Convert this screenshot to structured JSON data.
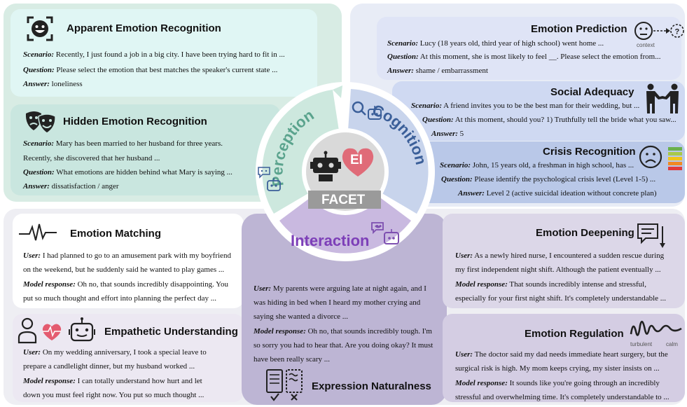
{
  "perception": {
    "apparent": {
      "title": "Apparent Emotion Recognition",
      "scenario_label": "Scenario:",
      "scenario": "Recently, I just found a job in a big city. I have been trying hard to fit in ...",
      "question_label": "Question:",
      "question": "Please select the emotion that best matches the speaker's current state ...",
      "answer_label": "Answer:",
      "answer": "loneliness"
    },
    "hidden": {
      "title": "Hidden Emotion Recognition",
      "scenario_label": "Scenario:",
      "scenario_1": "Mary has been married to her husband for three years.",
      "scenario_2": "Recently, she discovered that her husband ...",
      "question_label": "Question:",
      "question": "What emotions are hidden behind what  Mary is saying ...",
      "answer_label": "Answer:",
      "answer": "dissatisfaction / anger"
    }
  },
  "cognition": {
    "prediction": {
      "title": "Emotion Prediction",
      "icon_caption": "context",
      "scenario_label": "Scenario:",
      "scenario": "Lucy (18 years old, third year of high school) went home ...",
      "question_label": "Question:",
      "question": "At this moment, she is most likely to feel __. Please select the emotion from...",
      "answer_label": "Answer:",
      "answer": "shame / embarrassment"
    },
    "adequacy": {
      "title": "Social Adequacy",
      "scenario_label": "Scenario:",
      "scenario": "A friend invites you to be the best man for their wedding, but ...",
      "question_label": "Question:",
      "question": "At this moment, should you? 1) Truthfully tell the bride what you saw...",
      "answer_label": "Answer:",
      "answer": "5"
    },
    "crisis": {
      "title": "Crisis Recognition",
      "scenario_label": "Scenario:",
      "scenario": "John, 15 years old, a freshman in high school, has ...",
      "question_label": "Question:",
      "question": "Please identify the psychological crisis level (Level 1-5) ...",
      "answer_label": "Answer:",
      "answer": "Level 2 (active suicidal ideation without concrete plan)",
      "level_colors": [
        "#6ab04c",
        "#a8c94a",
        "#f0c419",
        "#f08a24",
        "#e23b3b"
      ]
    }
  },
  "center": {
    "perception_label": "Perception",
    "cognition_label": "Cognition",
    "interaction_label": "Interaction",
    "ei_label": "EI",
    "facet_label": "FACET"
  },
  "interaction": {
    "matching": {
      "title": "Emotion Matching",
      "user_label": "User:",
      "user_1": "I had planned to go to an amusement park with my boyfriend",
      "user_2": "on the weekend, but he suddenly said he wanted to play games ...",
      "model_label": "Model response:",
      "model_1": "Oh no, that sounds incredibly disappointing. You",
      "model_2": "put so much thought and effort into planning the perfect day ..."
    },
    "empathetic": {
      "title": "Empathetic Understanding",
      "user_label": "User:",
      "user_1": "On my wedding anniversary, I took a special leave to",
      "user_2": "prepare a candlelight dinner, but my husband worked ...",
      "model_label": "Model response:",
      "model_1": "I can totally understand how hurt and let",
      "model_2": "down you must feel right now. You put so much thought ..."
    },
    "naturalness": {
      "title": "Expression Naturalness",
      "user_label": "User:",
      "user_1": "My parents were arguing late at night again, and I",
      "user_2": "was hiding in bed when I heard my mother crying and",
      "user_3": "saying she wanted a divorce ...",
      "model_label": "Model response:",
      "model_1": "Oh no, that sounds incredibly tough. I'm",
      "model_2": "so sorry you had to hear that. Are you doing okay? It must",
      "model_3": "have been really scary ..."
    },
    "deepening": {
      "title": "Emotion Deepening",
      "user_label": "User:",
      "user_1": "As a newly hired nurse, I encountered a sudden rescue during",
      "user_2": "my first independent night shift. Although the patient eventually ...",
      "model_label": "Model response:",
      "model_1": "That sounds incredibly intense and stressful,",
      "model_2": "especially for your first night shift. It's completely understandable ..."
    },
    "regulation": {
      "title": "Emotion Regulation",
      "cap_left": "turbulent",
      "cap_right": "calm",
      "user_label": "User:",
      "user_1": "The doctor said my dad needs immediate heart surgery, but the",
      "user_2": "surgical risk is high. My mom keeps crying, my sister insists on ...",
      "model_label": "Model response:",
      "model_1": "It sounds like you're going through an incredibly",
      "model_2": "stressful and overwhelming time. It's completely understandable to ..."
    }
  },
  "icons": {
    "face": "face-scan-icon",
    "masks": "theater-masks-icon",
    "neutral": "neutral-face-context-icon",
    "handshake": "handshake-icon",
    "sad": "sad-face-icon",
    "heartbeat": "heartbeat-icon",
    "person_heart_robot": "person-heart-robot-icon",
    "notes": "notes-compare-icon",
    "chat": "chat-arrow-icon",
    "wave": "wave-calm-icon",
    "robot": "robot-icon",
    "heart": "heart-icon"
  }
}
